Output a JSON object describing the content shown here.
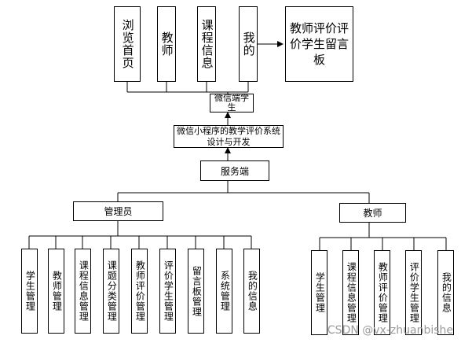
{
  "top_modules": [
    "浏览首页",
    "教师",
    "课程信息",
    "我的"
  ],
  "board": "教师评价评价学生留言板",
  "wechat_node": "微信端学生",
  "center_node": "微信小程序的教学评价系统设计与开发",
  "server_node": "服务端",
  "admin_node": "管理员",
  "admin_modules": [
    "学生管理",
    "教师管理",
    "课程信息管理",
    "课题分类管理",
    "教师评价管理",
    "评价学生管理",
    "留言板管理",
    "系统管理",
    "我的信息"
  ],
  "teacher_node": "教师",
  "teacher_modules": [
    "学生管理",
    "课程信息管理",
    "教师评价管理",
    "评价学生管理",
    "我的信息"
  ],
  "watermark": "CSDN @vx-zhuanbishe"
}
